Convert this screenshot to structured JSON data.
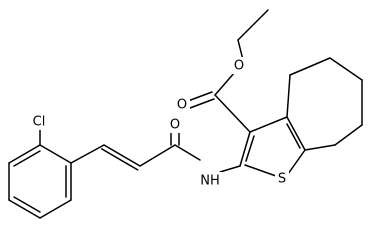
{
  "molecule": {
    "atoms": {
      "chlorine": "Cl",
      "ester_carbonyl_oxygen": "O",
      "ester_ether_oxygen": "O",
      "amide_oxygen": "O",
      "amide_nitrogen": "NH",
      "thiophene_sulfur": "S"
    },
    "colors": {
      "bonds": "#000000",
      "labels": "#000000",
      "background": "#ffffff"
    }
  }
}
